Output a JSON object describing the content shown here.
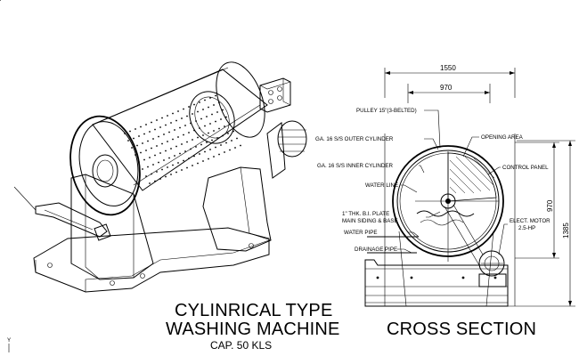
{
  "drawing": {
    "title_line1": "CYLINRICAL TYPE",
    "title_line2": "WASHING MACHINE",
    "capacity": "CAP. 50 KLS",
    "section_title": "CROSS SECTION",
    "axis_mark": "Y"
  },
  "dimensions": {
    "overall_width": "1550",
    "inner_width": "970",
    "right_upper": "970",
    "right_overall": "1385"
  },
  "callouts": {
    "pulley": "PULLEY 15\"(3-BELTED)",
    "outer_cylinder": "GA. 16 S/S OUTER CYLINDER",
    "inner_cylinder": "GA. 16 S/S INNER CYLINDER",
    "water_line": "WATER LINE",
    "plate_line1": "1\" THK. B.I. PLATE",
    "plate_line2": "MAIN SIDING & BASE",
    "water_pipe": "WATER PIPE",
    "drainage_pipe": "DRAINAGE PIPE",
    "opening_area": "OPENING AREA",
    "control_panel": "CONTROL PANEL",
    "motor_line1": "ELECT. MOTOR",
    "motor_line2": "2.5-HP"
  }
}
